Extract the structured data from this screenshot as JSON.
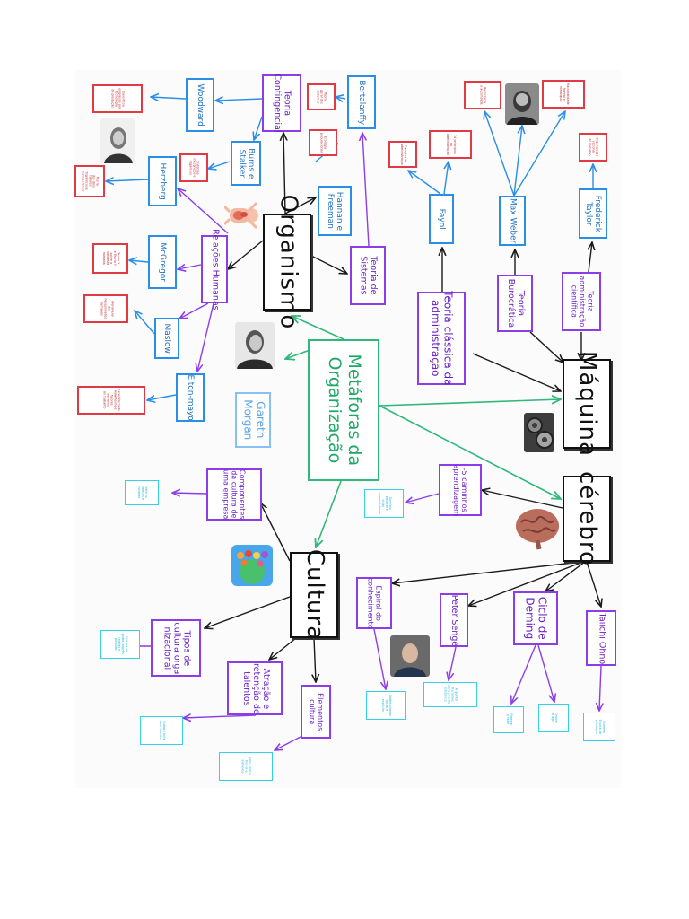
{
  "diagram": {
    "center": "Metáforas da\nOrganização",
    "main": {
      "organismo": "Organismo",
      "maquina": "Máquina",
      "cerebro": "cérebro",
      "cultura": "Cultura"
    },
    "author": "Gareth\nMorgan",
    "organismo": {
      "teoria_contingencial": "Teoria\nContingencial",
      "woodward": "Woodward",
      "burns_stalker": "Burns e\nStalker",
      "bertalanffy": "Bertalanffy",
      "herzberg": "Herzberg",
      "mcgregor": "McGregor",
      "maslow": "Maslow",
      "elton_mayo": "Elton-mayo",
      "relacoes_humanas": "Relações Humanas",
      "hannan_freeman": "Hannan e\nFreeman",
      "teoria_sistemas": "Teoria de\nSistemas"
    },
    "maquina": {
      "fayol": "Fayol",
      "max_weber": "Max Weber",
      "frederick_taylor": "Frederick\nTaylor",
      "teoria_classica": "Teoria clássica da\nadministração",
      "teoria_burocratica": "Teoria\nBurocrática",
      "teoria_cientifica": "Teoria\nadministração\ncientífica"
    },
    "cerebro": {
      "aprendizagem": "-5 caminhos\naprendizagem",
      "espiral": "Espiral do\nconhecimento",
      "peter_senge": "Peter Senge",
      "ciclo_deming": "Ciclo de\nDeming",
      "taiichi_ohno": "Taiichi Ohno"
    },
    "cultura": {
      "componentes": "Componentes\nda cultura de\numa empresa",
      "tipos": "Tipos de\ncultura orga\nnizacional",
      "atracao": "Atração e\nretenção de\ntalentos",
      "elementos": "Elementos\ncultura"
    },
    "notes": {
      "woodward": "Classificou\nempresas por\ntecnologia\nde produção",
      "burns_stalker": "Sistemas\nmecânicos e\norgânicos",
      "bertalanffy": "Teoria\ngeral dos\nsistemas",
      "hannan_freeman": "Ecologia\npopulacional",
      "herzberg": "Teoria\ndos dois\nfatores:\nhigiênicos e\nmotivacionais",
      "mcgregor": "Teoria X\ne Teoria Y\nsobre a\nnatureza\nhumana",
      "maslow": "Hierarquia\ndas\nnecessidades\nhumanas",
      "elton_mayo": "Experiência de\nHawthorne e\nfatores\nhumanos\nno trabalho",
      "fayol": "Funções da\nadministração",
      "fayol_2": "14 princípios\nda\nadministração",
      "max_weber_1": "Burocracia\ne autoridade",
      "max_weber_2": "Racionalidade\nformal e\nhierarquia",
      "taylor": "Organização\nracional\ndo trabalho"
    },
    "cyan_notes": {
      "componentes": "Valores,\ncrenças e\nnormas",
      "tipos": "Cultura de\npoder, papéis,\ntarefas e\npessoas",
      "atracao": "Cultura forte\natrai talentos",
      "elementos": "Ritos, mitos,\nheróis e\nsímbolos",
      "aprendizagem": "Domínio\npessoal e\nvisão\ncompartilhada",
      "espiral": "Conhecimento\ntácito e\nexplícito",
      "peter_senge": "A quinta\ndisciplina:\npensamento\nsistêmico",
      "deming_1": "Planejar\ne fazer",
      "deming_2": "Checar\ne agir",
      "taiichi": "Sistema\nToyota de\nprodução"
    }
  },
  "colors": {
    "big_border": "#111111",
    "center": "#2fb87a",
    "blue": "#2a8ee6",
    "purple": "#8d3de8",
    "red": "#e23a44",
    "cyan": "#35d0ea",
    "light_blue": "#86c0f4"
  },
  "icons": {
    "woodward_photo": "portrait-photo-icon",
    "organismo_body": "human-anatomy-icon",
    "morgan_photo": "portrait-photo-icon",
    "weber_photo": "portrait-photo-icon",
    "maquina_gears": "gears-icon",
    "cerebro_brain": "brain-icon",
    "cultura_people": "people-globe-icon",
    "senge_photo": "portrait-photo-icon"
  }
}
